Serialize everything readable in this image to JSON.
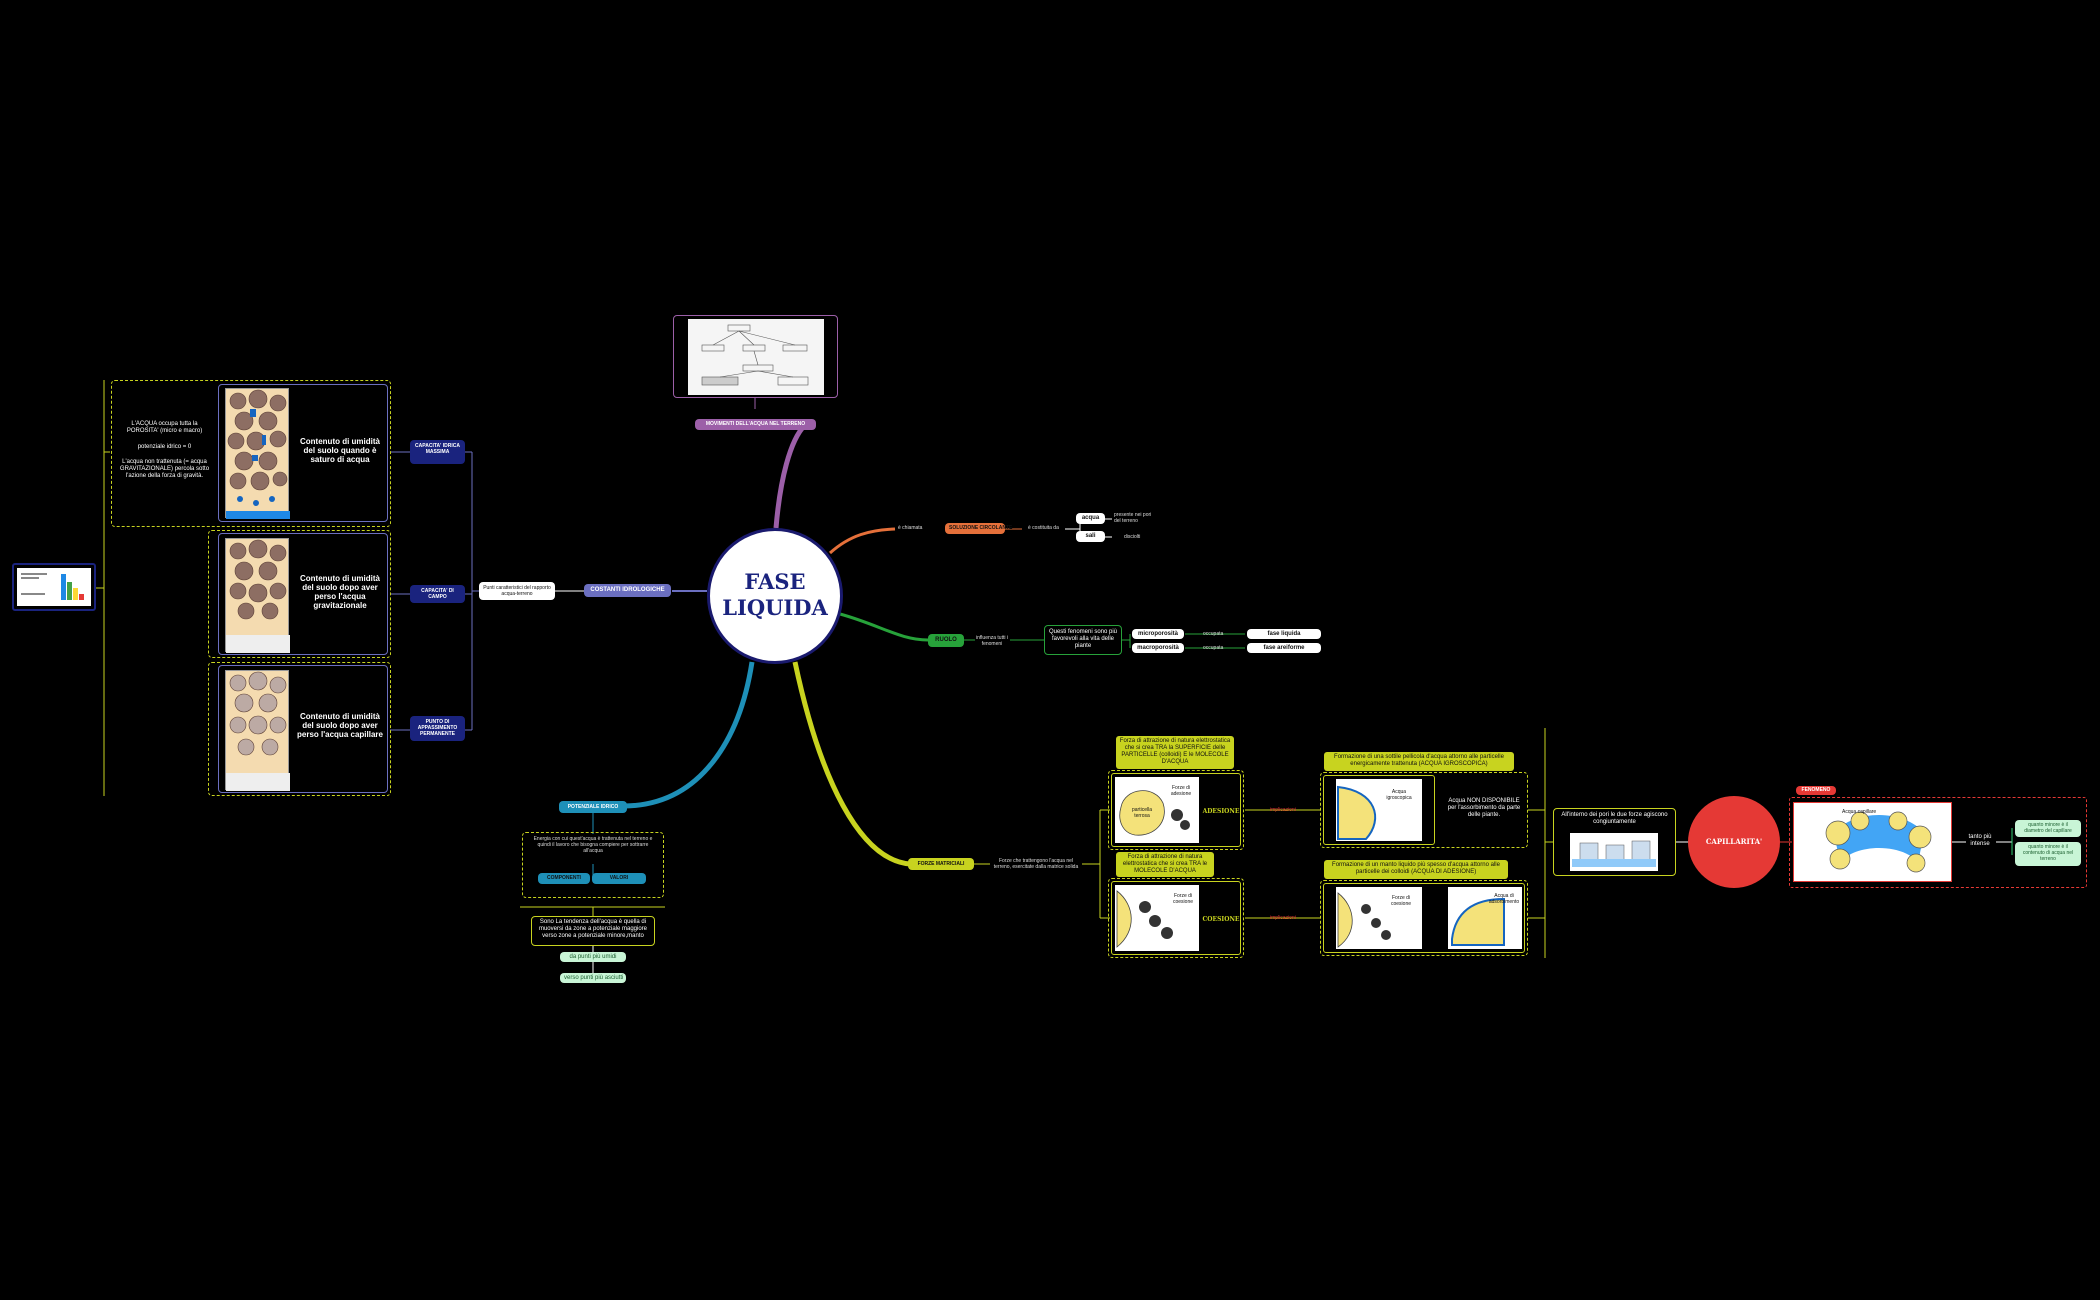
{
  "center": {
    "line1": "FASE",
    "line2": "LIQUIDA"
  },
  "movimenti": {
    "label": "MOVIMENTI DELL'ACQUA NEL TERRENO"
  },
  "costanti": {
    "label": "COSTANTI IDROLOGICHE",
    "desc": "Punti caratteristici del rapporto acqua-terreno"
  },
  "capacita_idrica": {
    "label": "CAPACITA' IDRICA MASSIMA",
    "text": "Contenuto di umidità del suolo quando è saturo di acqua",
    "note1": "L'ACQUA occupa tutta la POROSITA' (micro e macro)",
    "note2": "potenziale idrico = 0",
    "note3": "L'acqua non trattenuta (= acqua GRAVITAZIONALE) percola sotto l'azione della forza di gravità."
  },
  "capacita_campo": {
    "label": "CAPACITA' DI CAMPO",
    "text": "Contenuto di umidità del suolo dopo aver perso l'acqua gravitazionale"
  },
  "punto_appassimento": {
    "label": "PUNTO DI APPASSIMENTO PERMANENTE",
    "text": "Contenuto di umidità del suolo dopo aver perso l'acqua capillare"
  },
  "soluzione": {
    "label": "SOLUZIONE CIRCOLANTE",
    "pre": "è chiamata",
    "post": "è costituita da",
    "acqua": "acqua",
    "sali": "sali",
    "acqua_note": "presente nei pori del terreno",
    "sali_note": "disciolti"
  },
  "ruolo": {
    "label": "RUOLO",
    "pre": "influenza tutti i fenomeni",
    "desc": "Questi fenomeni sono più favorevoli alla vita delle piante",
    "micro1": "microporosità",
    "micro2": "macroporosità",
    "occ": "occupata",
    "fase1": "fase liquida",
    "fase2": "fase areiforme"
  },
  "forze": {
    "label": "FORZE MATRICIALI",
    "desc": "Forze che trattengono l'acqua nel terreno, esercitate dalla matrice solida",
    "adesione": {
      "label": "ADESIONE",
      "desc": "Forza di attrazione di natura elettrostatica che si crea TRA la SUPERFICIE delle PARTICELLE (colloidi) E le MOLECOLE D'ACQUA",
      "img_l1": "Forze di adesione",
      "img_l2": "particella terrosa",
      "result": "Formazione di una sottile pellicola d'acqua attorno alle particelle energicamente trattenuta (ACQUA IGROSCOPICA)",
      "result_img": "Acqua igroscopica",
      "note": "Acqua NON DISPONIBILE per l'assorbimento da parte delle piante."
    },
    "coesione": {
      "label": "COESIONE",
      "desc": "Forza di attrazione di natura elettrostatica che si crea TRA le MOLECOLE D'ACQUA",
      "img_l1": "Forze di coesione",
      "result": "Formazione di un manto liquido più spesso d'acqua attorno alle particelle dei colloidi (ACQUA DI ADESIONE)",
      "result_img1": "Forze di coesione",
      "result_img2": "Acqua di adsorbimento"
    },
    "implica": "implicazioni"
  },
  "capillarita": {
    "label": "CAPILLARITA'",
    "intro": "All'interno dei pori le due forze agiscono congiuntamente",
    "tag": "FENOMENO",
    "img": "Acqua capillare",
    "tanto": "tanto più intense",
    "q1": "quanto minore è il diametro del capillare",
    "q2": "quanto minore è il contenuto di acqua nel terreno"
  },
  "potenziale": {
    "label": "POTENZIALE IDRICO",
    "desc": "Energia con cui quest'acqua è trattenuta nel terreno e quindi il lavoro che bisogna compiere per sottrarre all'acqua",
    "c1": "COMPONENTI",
    "c2": "VALORI",
    "flow": "Sono La tendenza dell'acqua è quella di muoversi da zone a potenziale maggiore verso zone a potenziale minore,manto",
    "g1": "da punti più umidi",
    "g2": "verso punti più asciutti"
  }
}
